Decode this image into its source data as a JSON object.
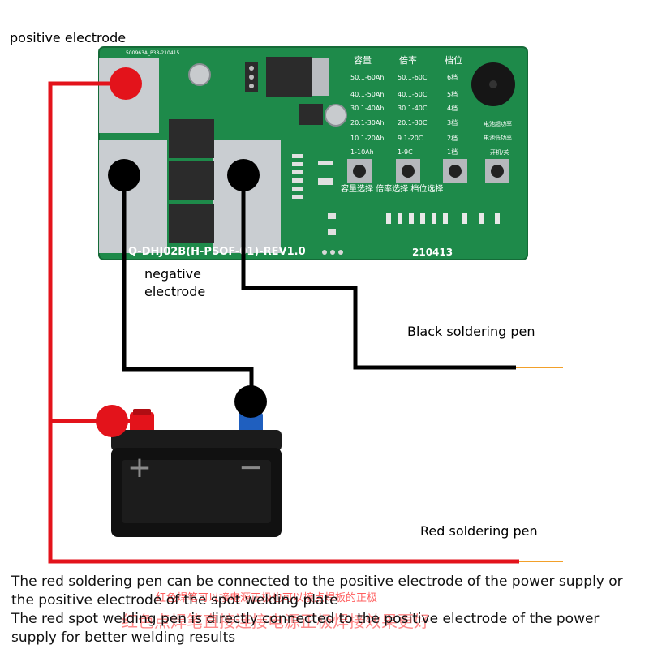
{
  "labels": {
    "positive_electrode": "positive electrode",
    "negative_electrode_line1": "negative",
    "negative_electrode_line2": "electrode",
    "black_pen": "Black soldering pen",
    "red_pen": "Red soldering pen"
  },
  "board": {
    "top_code": "500963A_P38-210415",
    "model": "Q-DHJ02B(H-PSOF-01)-REV1.0",
    "date_code": "210413",
    "table_headers": [
      "容量",
      "倍率",
      "档位"
    ],
    "capacity_rows": [
      "50.1-60Ah",
      "40.1-50Ah",
      "30.1-40Ah",
      "20.1-30Ah",
      "10.1-20Ah",
      "1-10Ah"
    ],
    "rate_rows": [
      "50.1-60C",
      "40.1-50C",
      "30.1-40C",
      "20.1-30C",
      "9.1-20C",
      "1-9C"
    ],
    "level_rows": [
      "6档",
      "5档",
      "4档",
      "3档",
      "2档",
      "1档"
    ],
    "status_labels": [
      "电池超功率",
      "开机/关",
      "电池低功率"
    ],
    "buttons_caption": "容量选择 倍率选择 档位选择"
  },
  "battery": {
    "plus": "+",
    "minus": "−"
  },
  "notes": {
    "line1": "The red soldering pen can be connected to the positive electrode of the power supply or the positive electrode of the spot welding plate",
    "line2": "The red spot welding pen is directly connected to the positive electrode of the power supply for better welding results",
    "cn_line1": "红色焊笔可以接电源正极也可以接点焊板的正极",
    "cn_line2": "红色点焊笔直接连接电源正极焊接效果更好"
  },
  "colors": {
    "pcb_green": "#1e8a4a",
    "wire_red": "#e3131b",
    "wire_black": "#000000",
    "pen_tip": "#f2a02a"
  }
}
